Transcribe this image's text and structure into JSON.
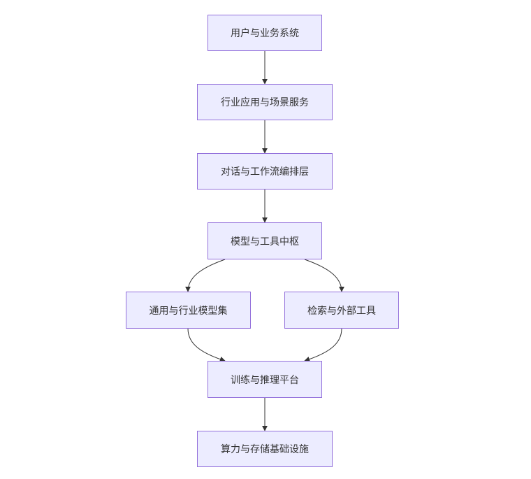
{
  "diagram": {
    "type": "flowchart",
    "colors": {
      "node_fill": "#ececff",
      "node_border": "#9370db",
      "edge": "#333333",
      "text": "#333333"
    },
    "nodes": {
      "user_systems": "用户与业务系统",
      "industry_apps": "行业应用与场景服务",
      "dialog_workflow": "对话与工作流编排层",
      "model_tool_hub": "模型与工具中枢",
      "model_set": "通用与行业模型集",
      "retrieval_tools": "检索与外部工具",
      "train_infer": "训练与推理平台",
      "infra": "算力与存储基础设施"
    },
    "edges": [
      [
        "user_systems",
        "industry_apps"
      ],
      [
        "industry_apps",
        "dialog_workflow"
      ],
      [
        "dialog_workflow",
        "model_tool_hub"
      ],
      [
        "model_tool_hub",
        "model_set"
      ],
      [
        "model_tool_hub",
        "retrieval_tools"
      ],
      [
        "model_set",
        "train_infer"
      ],
      [
        "retrieval_tools",
        "train_infer"
      ],
      [
        "train_infer",
        "infra"
      ]
    ]
  }
}
